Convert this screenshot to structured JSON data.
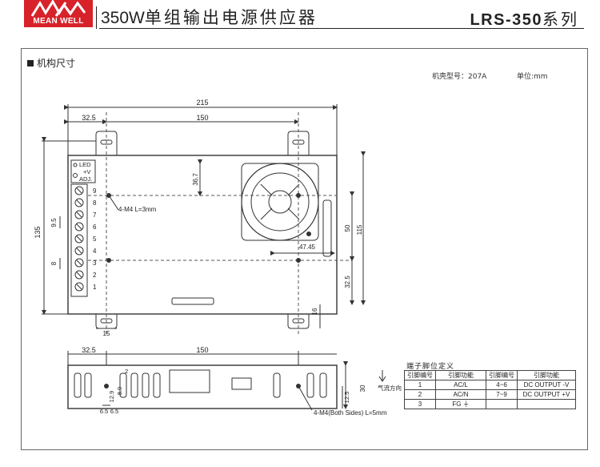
{
  "header": {
    "brand": "MEAN WELL",
    "title_en": "350W",
    "title_cn": "单组输出电源供应器",
    "series_model": "LRS-350",
    "series_suffix": "系列"
  },
  "section": {
    "label": "机构尺寸"
  },
  "meta": {
    "case_label": "机壳型号：207A",
    "unit_label": "单位:mm"
  },
  "top_view": {
    "dim_215": "215",
    "dim_32_5": "32.5",
    "dim_150": "150",
    "dim_36_7": "36.7",
    "dim_135": "135",
    "dim_9_5": "9.5",
    "dim_8": "8",
    "dim_50": "50",
    "dim_115": "115",
    "dim_47_45": "47.45",
    "dim_32_5_v": "32.5",
    "dim_16": "16",
    "dim_15": "15",
    "led_label": "LED",
    "v_label": "+V",
    "adj_label": "ADJ.",
    "screw_note": "4-M4 L=3mm",
    "terminal_numbers": [
      "9",
      "8",
      "7",
      "6",
      "5",
      "4",
      "3",
      "2",
      "1"
    ]
  },
  "side_view": {
    "dim_32_5": "32.5",
    "dim_150": "150",
    "dim_2": "2",
    "dim_12_9": "12.9",
    "dim_8_9": "8.9",
    "dim_6_5_a": "6.5",
    "dim_6_5_b": "6.5",
    "dim_12_5": "12.5",
    "dim_30": "30",
    "airflow_label": "气流方向",
    "screw_note": "4-M4(Both Sides) L=5mm"
  },
  "pin_assignment": {
    "title": "端子脚位定义",
    "headers": [
      "引脚编号",
      "引脚功能",
      "引脚编号",
      "引脚功能"
    ],
    "rows": [
      [
        "1",
        "AC/L",
        "4~6",
        "DC OUTPUT -V"
      ],
      [
        "2",
        "AC/N",
        "7~9",
        "DC OUTPUT +V"
      ],
      [
        "3",
        "FG ⏚",
        "",
        ""
      ]
    ]
  }
}
